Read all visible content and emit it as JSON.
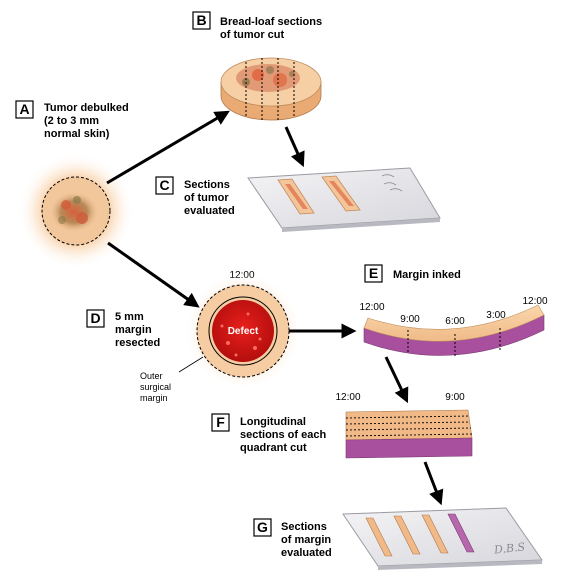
{
  "steps": {
    "a": {
      "letter": "A",
      "lines": [
        "Tumor debulked",
        "(2 to 3 mm",
        "normal skin)"
      ]
    },
    "b": {
      "letter": "B",
      "lines": [
        "Bread-loaf sections",
        "of tumor cut"
      ]
    },
    "c": {
      "letter": "C",
      "lines": [
        "Sections",
        "of tumor",
        "evaluated"
      ]
    },
    "d": {
      "letter": "D",
      "lines": [
        "5 mm",
        "margin",
        "resected"
      ]
    },
    "e": {
      "letter": "E",
      "lines": [
        "Margin inked"
      ]
    },
    "f": {
      "letter": "F",
      "lines": [
        "Longitudinal",
        "sections of each",
        "quadrant cut"
      ]
    },
    "g": {
      "letter": "G",
      "lines": [
        "Sections",
        "of margin",
        "evaluated"
      ]
    }
  },
  "defect_label": "Defect",
  "outer_margin_label": [
    "Outer",
    "surgical",
    "margin"
  ],
  "clock_d_top": "12:00",
  "margin_clock_labels": [
    "12:00",
    "9:00",
    "6:00",
    "3:00",
    "12:00"
  ],
  "quadrant_clock_labels": [
    "12:00",
    "9:00"
  ],
  "slide_signature": "D.B.S",
  "colors": {
    "skin": "#f5c99a",
    "tumor": "#e07050",
    "defect": "#d81818",
    "ink": "#a0509a",
    "slide": "#e8e8ec"
  }
}
